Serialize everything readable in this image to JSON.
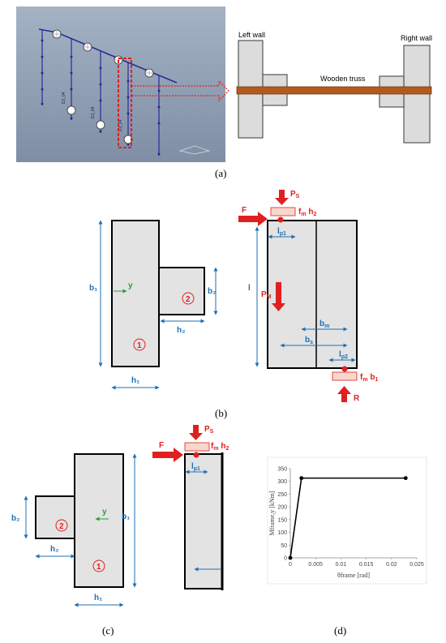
{
  "panel_a": {
    "left_wall": "Left wall",
    "right_wall": "Right wall",
    "truss": "Wooden truss",
    "model_labels": [
      "DJ_04",
      "DJ_04",
      "DJ_04"
    ],
    "caption": "(a)"
  },
  "panel_b": {
    "b1": "b₁",
    "b2": "b₂",
    "h1": "h₁",
    "h2": "h₂",
    "y": "y",
    "l": "l",
    "lp1": "l",
    "lp1_sub": "p1",
    "lp2": "l",
    "lp2_sub": "p2",
    "bm": "b",
    "bm_sub": "m",
    "bs": "b",
    "bs_sub": "s",
    "F": "F",
    "Ps": "P",
    "Ps_sub": "S",
    "PM": "P",
    "PM_sub": "M",
    "R": "R",
    "fm_h2": "f",
    "fm_h2_sub1": "m",
    "fm_h2_rest": " h",
    "fm_h2_sub2": "2",
    "fm_b1": "f",
    "fm_b1_sub1": "m",
    "fm_b1_rest": " b",
    "fm_b1_sub2": "1",
    "part1": "1",
    "part2": "2",
    "caption": "(b)"
  },
  "panel_c": {
    "b1": "b₁",
    "b2": "b₂",
    "h1": "h₁",
    "h2": "h₂",
    "y": "y",
    "F": "F",
    "Ps": "P",
    "Ps_sub": "S",
    "lp1": "l",
    "lp1_sub": "p1",
    "fm_h2": "f",
    "fm_h2_sub1": "m",
    "fm_h2_rest": " h",
    "fm_h2_sub2": "2",
    "part1": "1",
    "part2": "2",
    "caption": "(c)"
  },
  "panel_d": {
    "caption": "(d)",
    "chart_data": {
      "type": "line",
      "x": [
        0,
        0.0022,
        0.0228
      ],
      "y": [
        0,
        313,
        313
      ],
      "xlabel": "θframe [rad]",
      "ylabel": "Mframe,y [kNm]",
      "xlim": [
        0,
        0.025
      ],
      "ylim": [
        0,
        350
      ],
      "xticks": [
        "0",
        "0.005",
        "0.01",
        "0.015",
        "0.02",
        "0.025"
      ],
      "yticks": [
        "0",
        "50",
        "100",
        "150",
        "200",
        "250",
        "300",
        "350"
      ]
    }
  }
}
